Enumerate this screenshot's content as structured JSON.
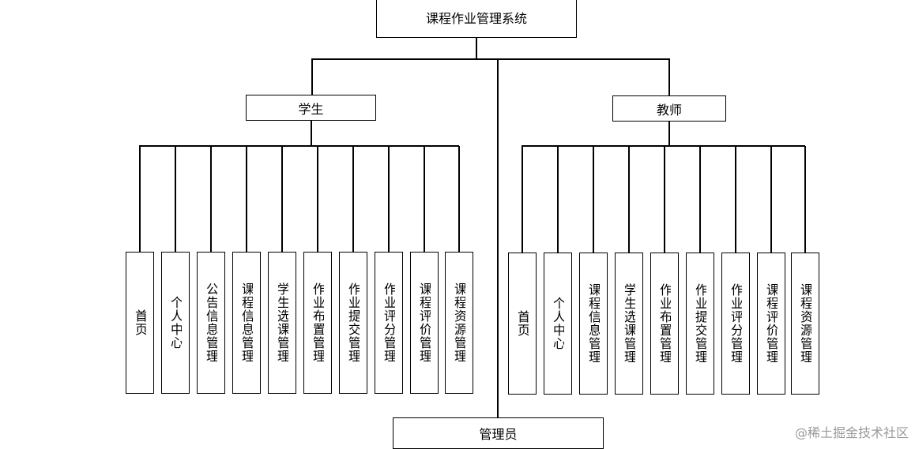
{
  "root": {
    "label": "课程作业管理系统"
  },
  "student": {
    "label": "学生",
    "modules": [
      "首页",
      "个人中心",
      "公告信息管理",
      "课程信息管理",
      "学生选课管理",
      "作业布置管理",
      "作业提交管理",
      "作业评分管理",
      "课程评价管理",
      "课程资源管理"
    ]
  },
  "teacher": {
    "label": "教师",
    "modules": [
      "首页",
      "个人中心",
      "课程信息管理",
      "学生选课管理",
      "作业布置管理",
      "作业提交管理",
      "作业评分管理",
      "课程评价管理",
      "课程资源管理"
    ]
  },
  "admin": {
    "label": "管理员"
  },
  "watermark": "@稀土掘金技术社区"
}
